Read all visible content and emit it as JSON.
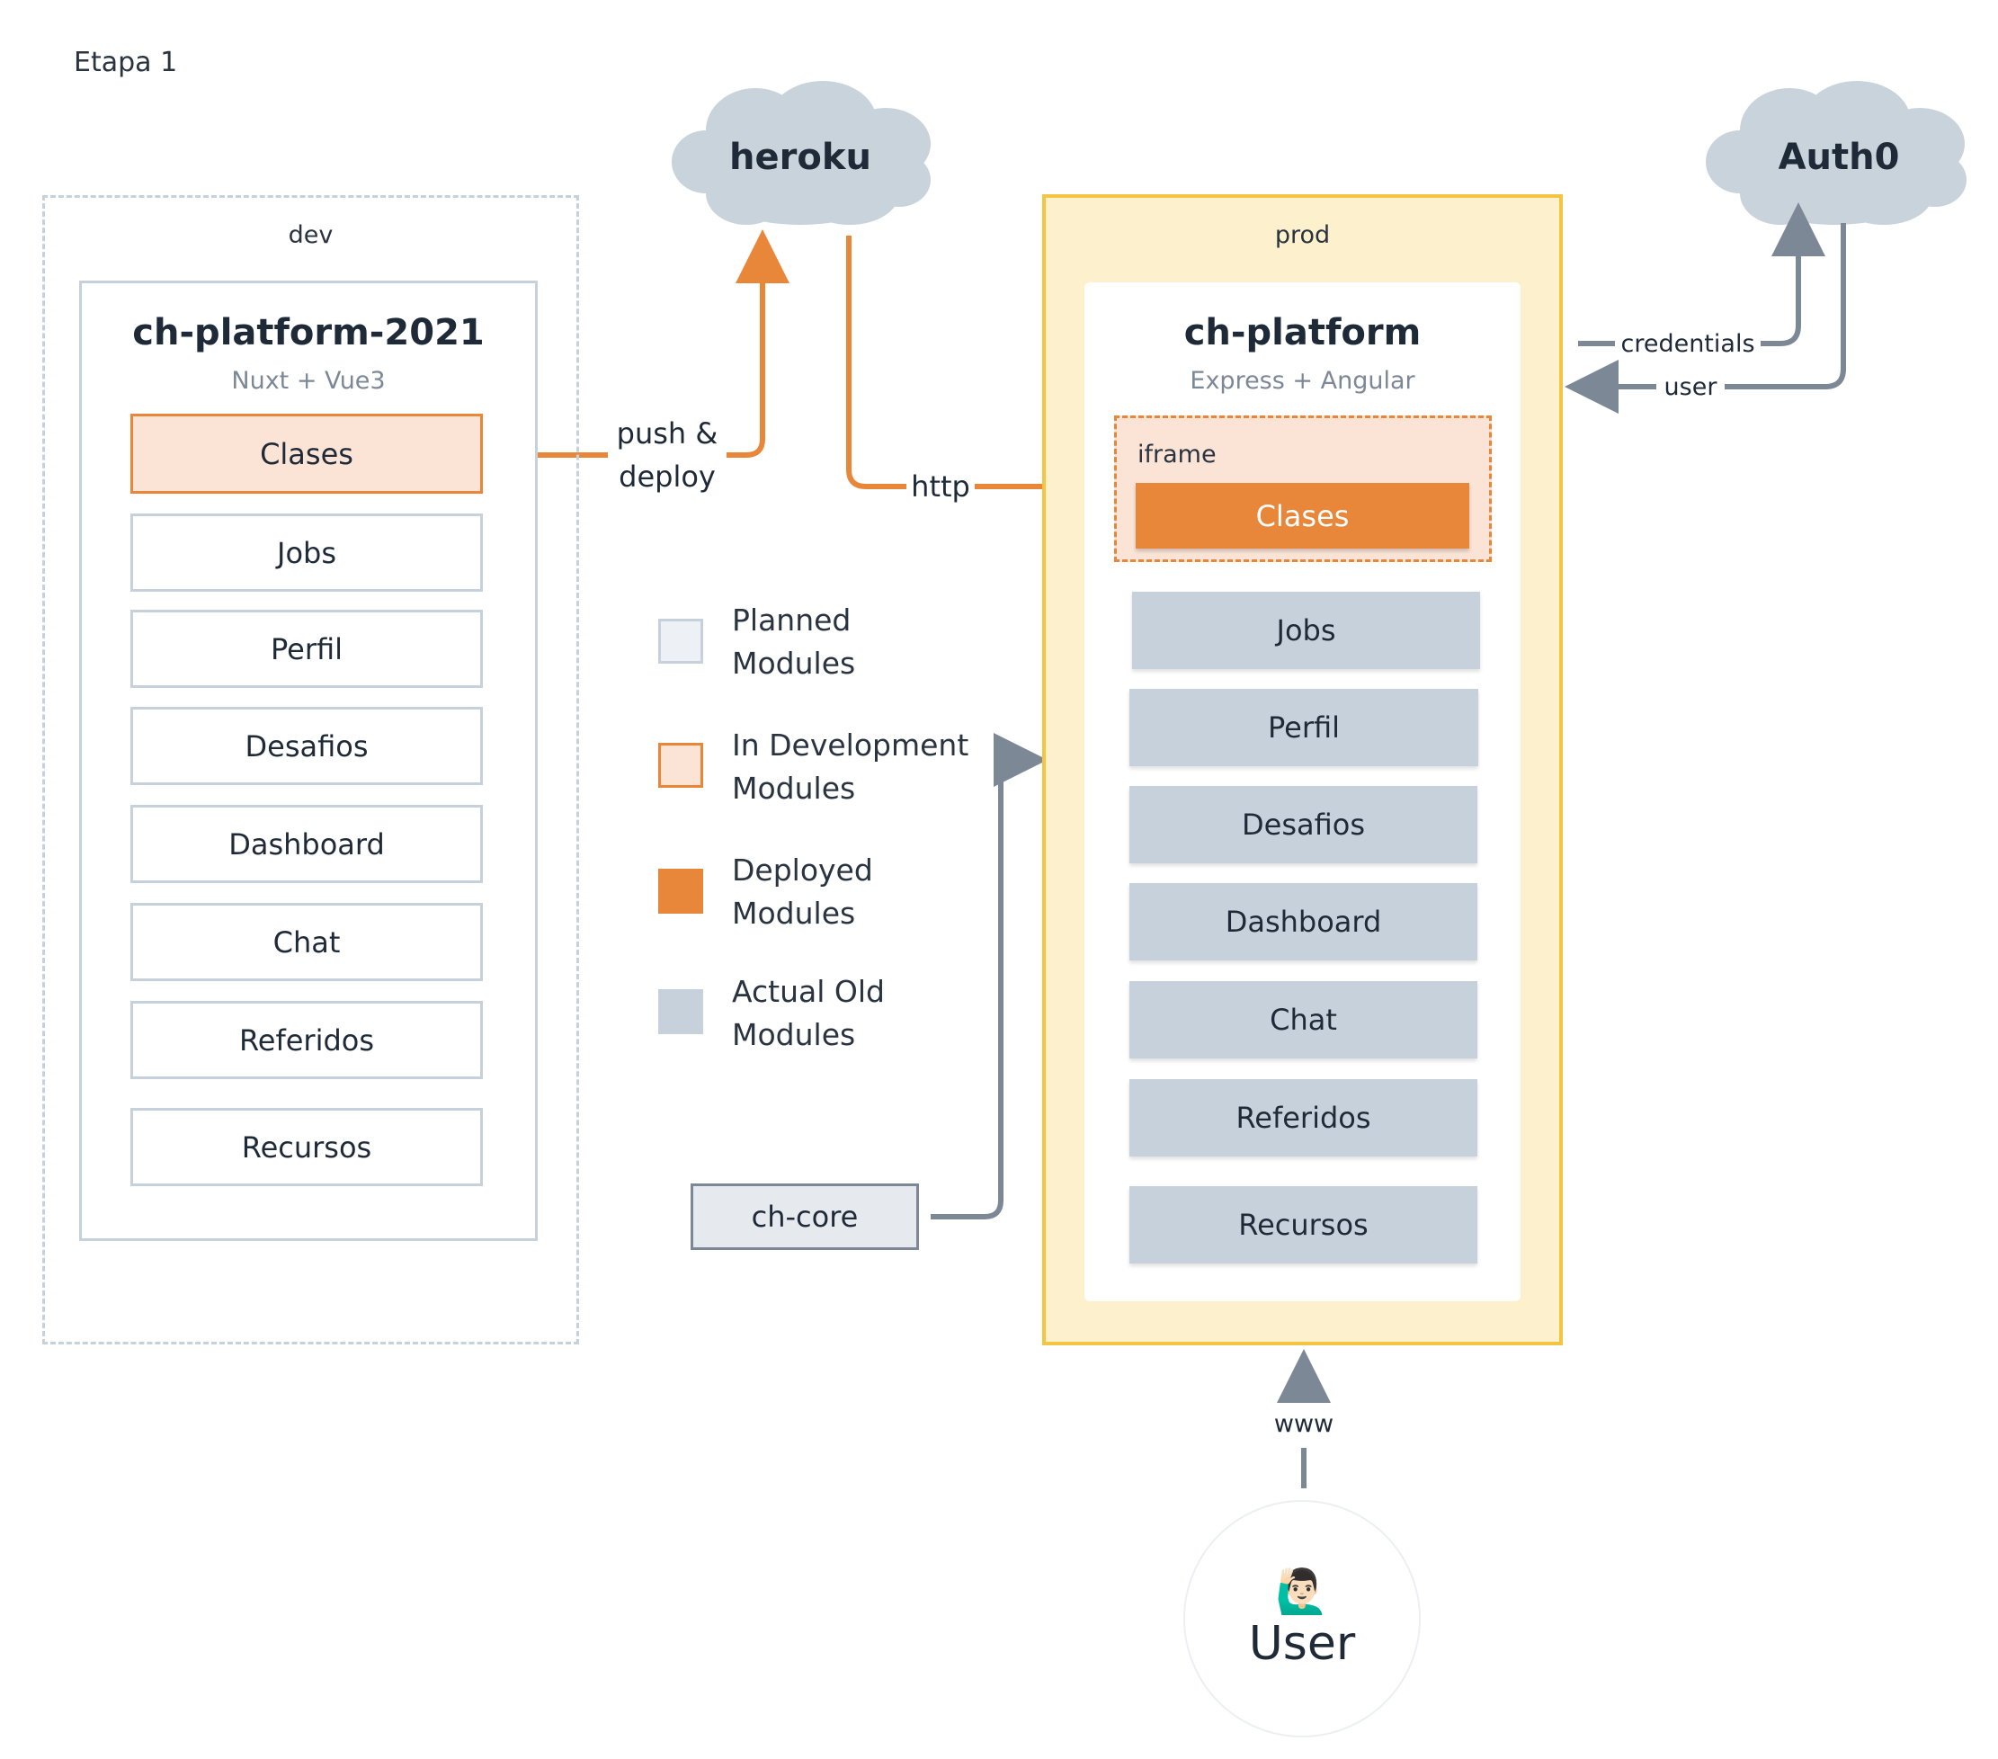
{
  "stage_label": "Etapa 1",
  "dev": {
    "label": "dev",
    "app_title": "ch-platform-2021",
    "app_subtitle": "Nuxt + Vue3",
    "modules": [
      "Clases",
      "Jobs",
      "Perfil",
      "Desafios",
      "Dashboard",
      "Chat",
      "Referidos",
      "Recursos"
    ]
  },
  "prod": {
    "label": "prod",
    "app_title": "ch-platform",
    "app_subtitle": "Express + Angular",
    "iframe_label": "iframe",
    "iframe_module": "Clases",
    "modules": [
      "Jobs",
      "Perfil",
      "Desafios",
      "Dashboard",
      "Chat",
      "Referidos",
      "Recursos"
    ]
  },
  "legend": [
    {
      "line1": "Planned",
      "line2": "Modules",
      "swatch": "planned"
    },
    {
      "line1": "In Development",
      "line2": "Modules",
      "swatch": "in-development"
    },
    {
      "line1": "Deployed",
      "line2": "Modules",
      "swatch": "deployed"
    },
    {
      "line1": "Actual Old",
      "line2": "Modules",
      "swatch": "old"
    }
  ],
  "clouds": {
    "heroku": "heroku",
    "auth0": "Auth0"
  },
  "edges": {
    "push_deploy_line1": "push &",
    "push_deploy_line2": "deploy",
    "http": "http",
    "credentials": "credentials",
    "user": "user",
    "www": "www"
  },
  "ch_core": "ch-core",
  "user": {
    "emoji": "🙋🏻‍♂️",
    "label": "User"
  },
  "colors": {
    "orange": "#e8873a",
    "orange_light": "#fbe3d6",
    "slate": "#c7d1dc",
    "slate_dark": "#7d8896",
    "prod_bg": "#fdf1cd",
    "prod_border": "#f4c542",
    "cloud": "#c9d3dc"
  }
}
